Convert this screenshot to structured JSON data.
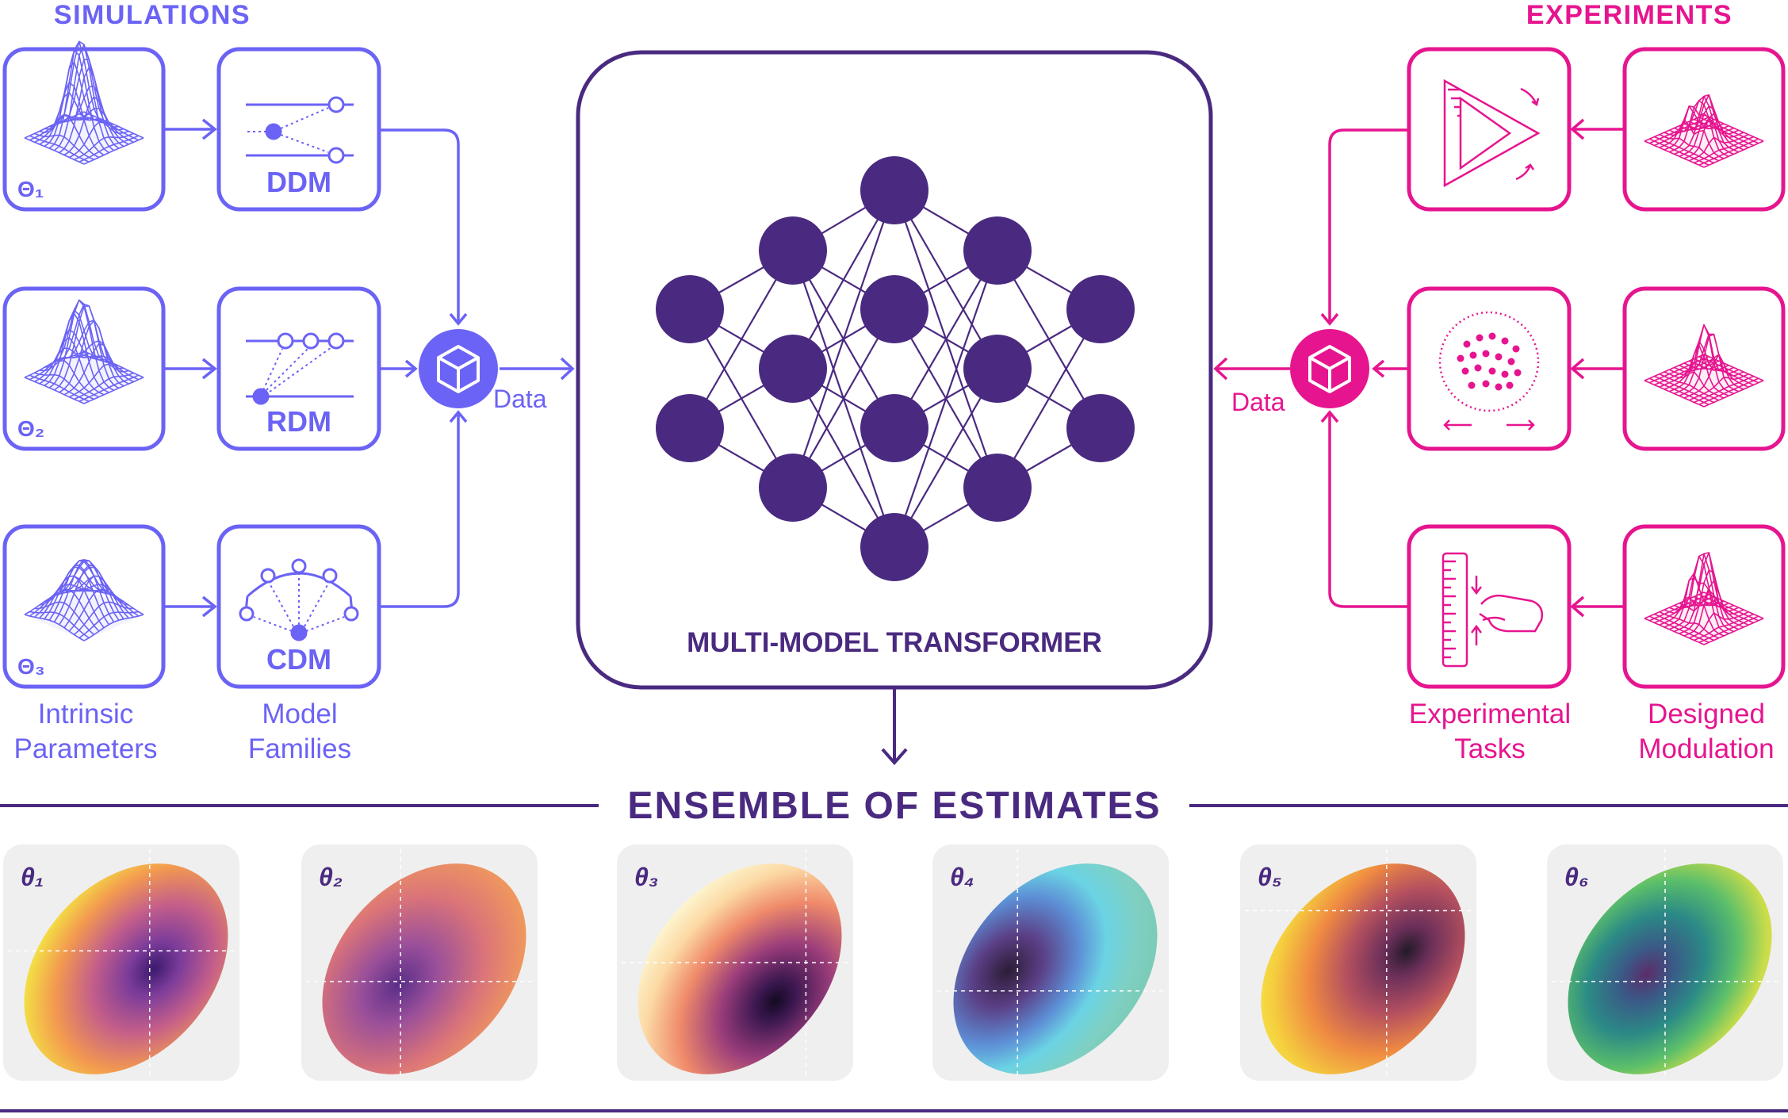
{
  "colors": {
    "simulation": "#6B63F5",
    "experiment": "#E6158F",
    "transformer": "#4A2A80",
    "panel": "#EFEFEF",
    "grid": "#FFFFFF"
  },
  "headers": {
    "simulations": "SIMULATIONS",
    "experiments": "EXPERIMENTS"
  },
  "simulations": {
    "params": [
      "Θ₁",
      "Θ₂",
      "Θ₃"
    ],
    "models": [
      "DDM",
      "RDM",
      "CDM"
    ],
    "data_label": "Data",
    "captions": {
      "left": [
        "Intrinsic",
        "Parameters"
      ],
      "right": [
        "Model",
        "Families"
      ]
    }
  },
  "transformer": {
    "title": "MULTI-MODEL TRANSFORMER"
  },
  "experiments": {
    "data_label": "Data",
    "task_icons": [
      "penrose-triangle-icon",
      "dot-motion-icon",
      "ruler-grip-icon"
    ],
    "modulation_icons": [
      "surface-plot-icon",
      "surface-plot-icon",
      "surface-plot-icon"
    ],
    "captions": {
      "left": [
        "Experimental",
        "Tasks"
      ],
      "right": [
        "Designed",
        "Modulation"
      ]
    }
  },
  "ensemble": {
    "title": "ENSEMBLE OF ESTIMATES",
    "estimates": [
      {
        "label": "θ₁",
        "colormap": "plasma"
      },
      {
        "label": "θ₂",
        "colormap": "orange-purple"
      },
      {
        "label": "θ₃",
        "colormap": "magma"
      },
      {
        "label": "θ₄",
        "colormap": "mako"
      },
      {
        "label": "θ₅",
        "colormap": "inferno"
      },
      {
        "label": "θ₆",
        "colormap": "viridis"
      }
    ]
  }
}
